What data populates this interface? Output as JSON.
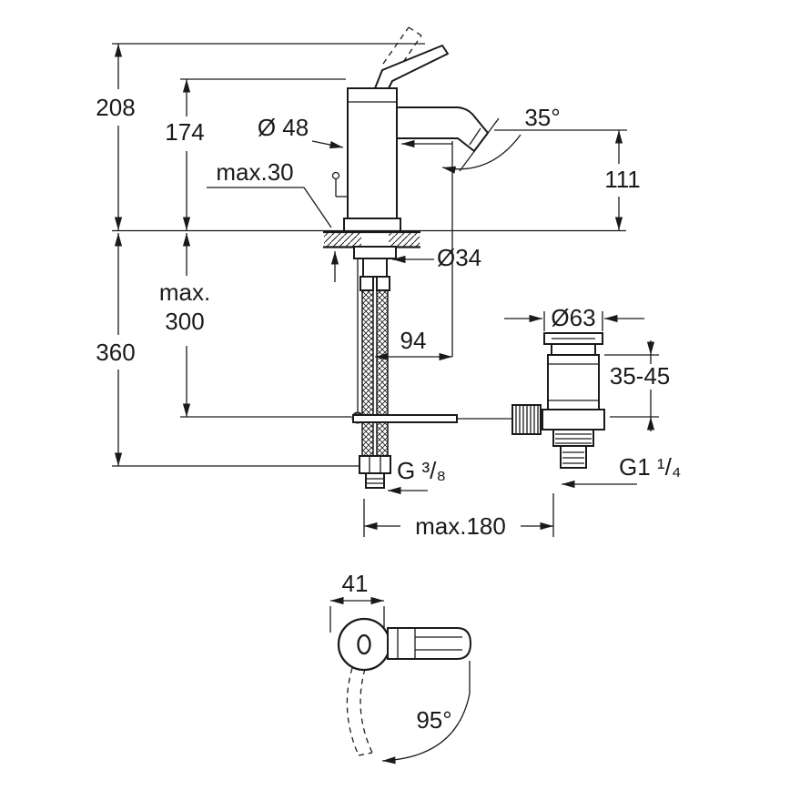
{
  "meta": {
    "background": "#ffffff",
    "line_color": "#1a1a1a"
  },
  "side_view": {
    "overall_height": "208",
    "height_to_spout": "174",
    "max_deck_thickness": "max.30",
    "body_diameter": "Ø 48",
    "spout_angle": "35°",
    "outlet_height": "111",
    "hole_diameter": "Ø34",
    "below_deck_height": "360",
    "hose_max_line1": "max.",
    "hose_max_line2": "300",
    "spout_reach": "94",
    "waste_flange_diameter": "Ø63",
    "waste_adjustment": "35-45",
    "supply_thread": "G ³/₈",
    "waste_thread": "G1 ¹/₄",
    "max_reach": "max.180"
  },
  "top_view": {
    "lever_offset": "41",
    "lever_swing": "95°"
  }
}
